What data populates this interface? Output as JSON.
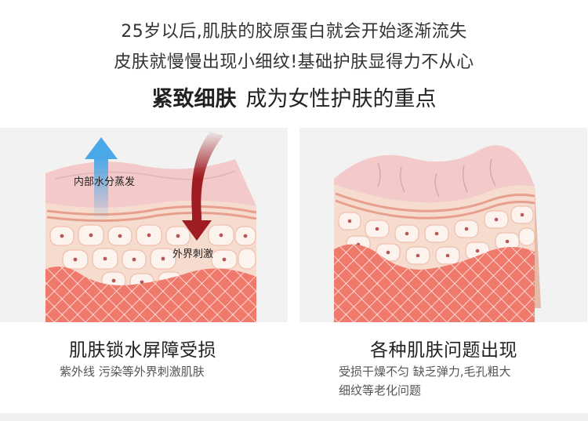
{
  "intro": {
    "line1": "25岁以后,肌肤的胶原蛋白就会开始逐渐流失",
    "line2": "皮肤就慢慢出现小细纹!基础护肤显得力不从心"
  },
  "headline": {
    "bold": "紧致细肤",
    "regular": "成为女性护肤的重点"
  },
  "left_panel": {
    "label_evaporation": "内部水分蒸发",
    "label_stimulus": "外界刺激",
    "title": "肌肤锁水屏障受损",
    "desc": "紫外线 污染等外界刺激肌肤"
  },
  "right_panel": {
    "title": "各种肌肤问题出现",
    "desc_line1": "受损干燥不匀 缺乏弹力,毛孔粗大",
    "desc_line2": "细纹等老化问题"
  },
  "colors": {
    "panel_bg": "#f2f2f2",
    "skin_top": "#f3c9c9",
    "cell_layer": "#f6dccf",
    "dermis": "#ef7a6c",
    "arrow_red": "#9e1c22",
    "arrow_blue": "#4aa8e8"
  }
}
